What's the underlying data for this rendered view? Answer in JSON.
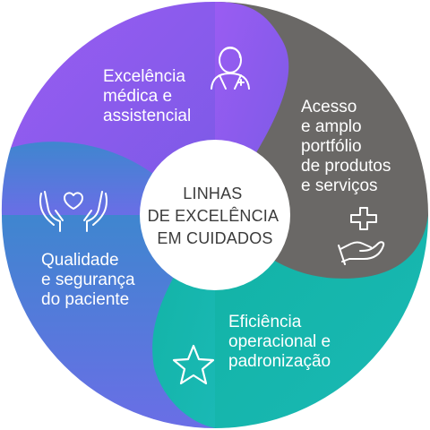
{
  "center": {
    "lines": [
      "LINHAS",
      "DE EXCELÊNCIA",
      "EM CUIDADOS"
    ]
  },
  "segments": [
    {
      "lines": [
        "Excelência",
        "médica e",
        "assistencial"
      ],
      "color": "#8a5af0",
      "icon": "doctor-icon"
    },
    {
      "lines": [
        "Acesso",
        "e amplo",
        "portfólio",
        "de produtos",
        "e serviços"
      ],
      "color": "#6a6866",
      "icon": "hand-medical-cross-icon"
    },
    {
      "lines": [
        "Eficiência",
        "operacional e",
        "padronização"
      ],
      "color": "#14b6aa",
      "icon": "star-icon"
    },
    {
      "lines": [
        "Qualidade",
        "e segurança",
        "do paciente"
      ],
      "color": "#4f79d6",
      "icon": "hands-heart-icon"
    }
  ]
}
